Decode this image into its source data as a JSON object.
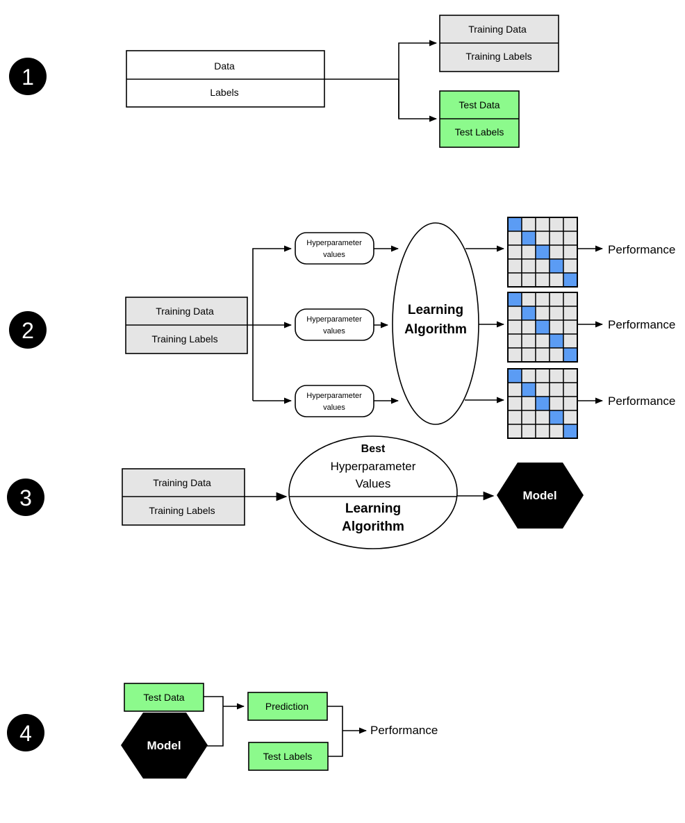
{
  "colors": {
    "gray": "#e5e5e5",
    "green": "#8cfa8c",
    "blue": "#5b9cf4",
    "black": "#000000",
    "white": "#ffffff"
  },
  "steps": [
    "1",
    "2",
    "3",
    "4"
  ],
  "step1": {
    "data_label": "Data",
    "labels_label": "Labels",
    "training_data": "Training Data",
    "training_labels": "Training Labels",
    "test_data": "Test Data",
    "test_labels": "Test Labels"
  },
  "step2": {
    "training_data": "Training Data",
    "training_labels": "Training Labels",
    "hyperparameter_line1": "Hyperparameter",
    "hyperparameter_line2": "values",
    "algorithm_line1": "Learning",
    "algorithm_line2": "Algorithm",
    "performance": "Performance",
    "matrix_size": 5
  },
  "step3": {
    "training_data": "Training Data",
    "training_labels": "Training Labels",
    "best": "Best",
    "hyper_line1": "Hyperparameter",
    "hyper_line2": "Values",
    "algorithm_line1": "Learning",
    "algorithm_line2": "Algorithm",
    "model": "Model"
  },
  "step4": {
    "test_data": "Test Data",
    "model": "Model",
    "prediction": "Prediction",
    "test_labels": "Test Labels",
    "performance": "Performance"
  }
}
